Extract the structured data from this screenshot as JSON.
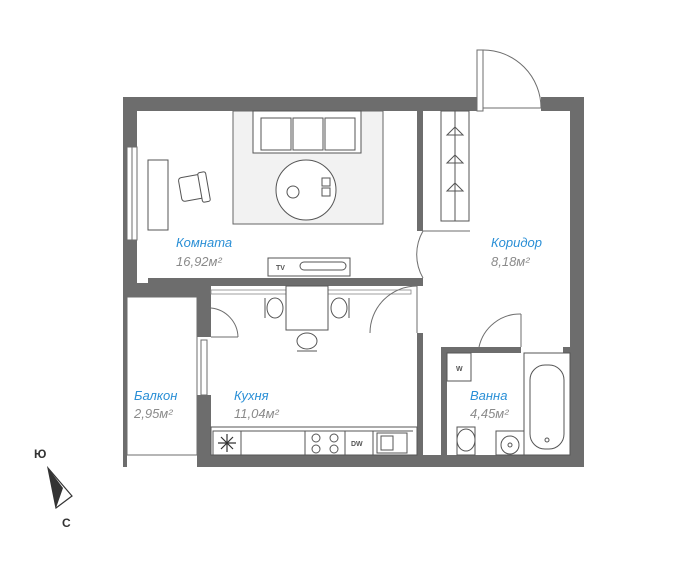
{
  "rooms": {
    "komnata": {
      "name": "Комната",
      "area": "16,92м²"
    },
    "koridor": {
      "name": "Коридор",
      "area": "8,18м²"
    },
    "kukhnya": {
      "name": "Кухня",
      "area": "11,04м²"
    },
    "balkon": {
      "name": "Балкон",
      "area": "2,95м²"
    },
    "vanna": {
      "name": "Ванна",
      "area": "4,45м²"
    }
  },
  "appliance_labels": {
    "tv": "TV",
    "dishwasher": "DW",
    "washer": "W"
  },
  "compass": {
    "top": "Ю",
    "bottom": "С"
  },
  "colors": {
    "wall": "#6d6d6d",
    "label_name": "#2a8fd6",
    "label_area": "#8a8a8a",
    "furniture_stroke": "#555555",
    "rug": "#f2f2f2"
  }
}
